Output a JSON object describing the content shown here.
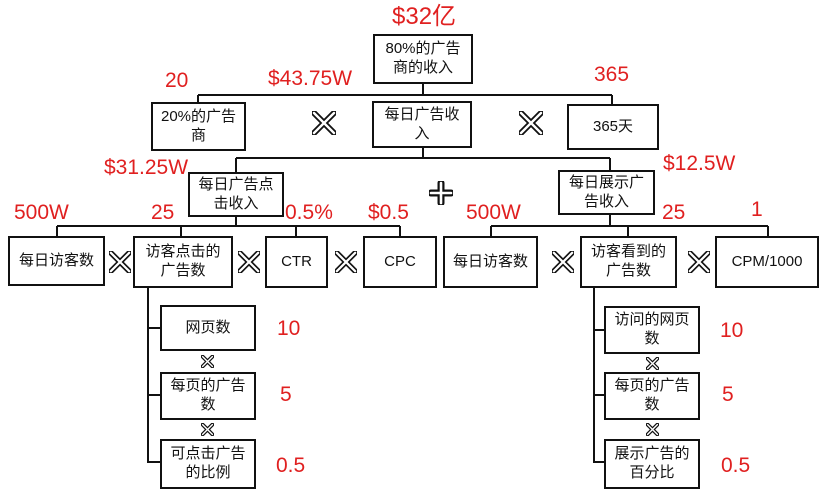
{
  "nodes": {
    "root": "80%的广告商的收入",
    "advertisers_share": "20%的广告商",
    "daily_revenue": "每日广告收入",
    "days": "365天",
    "click_revenue": "每日广告点击收入",
    "display_revenue": "每日展示广告收入",
    "l_visitors": "每日访客数",
    "l_clicks": "访客点击的广告数",
    "ctr": "CTR",
    "cpc": "CPC",
    "r_visitors": "每日访客数",
    "r_seen": "访客看到的广告数",
    "cpm": "CPM/1000",
    "l_pages": "网页数",
    "l_ads_per_page": "每页的广告数",
    "l_clickable": "可点击广告的比例",
    "r_pages": "访问的网页数",
    "r_ads_per_page": "每页的广告数",
    "r_display_ratio": "展示广告的百分比"
  },
  "values": {
    "root": "$32亿",
    "advertisers_share": "20",
    "daily_revenue": "$43.75W",
    "days": "365",
    "click_revenue": "$31.25W",
    "display_revenue": "$12.5W",
    "l_visitors": "500W",
    "l_clicks": "25",
    "ctr": "0.5%",
    "cpc": "$0.5",
    "r_visitors": "500W",
    "r_seen": "25",
    "cpm": "1",
    "l_pages": "10",
    "l_ads_per_page": "5",
    "l_clickable": "0.5",
    "r_pages": "10",
    "r_ads_per_page": "5",
    "r_display_ratio": "0.5"
  },
  "operators": {
    "multiply": "multiply-icon",
    "plus": "plus-icon"
  },
  "colors": {
    "value_text": "#e02020",
    "box_border": "#111111",
    "connector": "#111111"
  }
}
